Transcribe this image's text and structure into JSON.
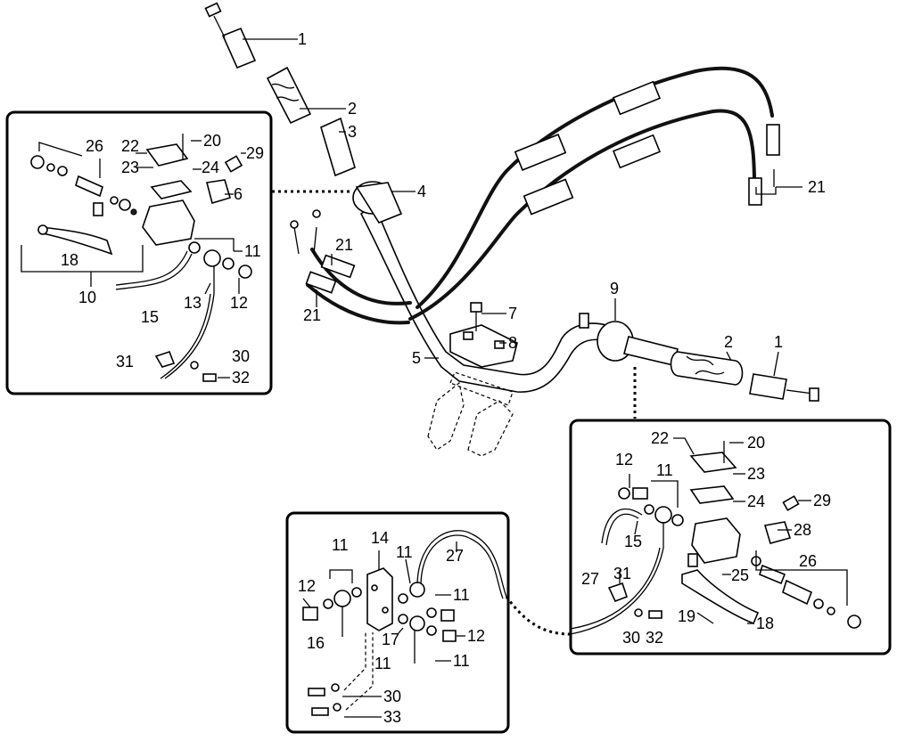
{
  "diagram": {
    "callouts": {
      "main": [
        "1",
        "2",
        "3",
        "4",
        "5",
        "7",
        "8",
        "9",
        "2",
        "1",
        "21",
        "21",
        "21"
      ],
      "left_box": [
        "26",
        "22",
        "20",
        "29",
        "23",
        "24",
        "6",
        "11",
        "18",
        "10",
        "15",
        "13",
        "12",
        "31",
        "30",
        "32"
      ],
      "right_box": [
        "22",
        "20",
        "12",
        "11",
        "23",
        "24",
        "29",
        "15",
        "28",
        "26",
        "27",
        "31",
        "25",
        "19",
        "18",
        "30",
        "32"
      ],
      "bottom_box": [
        "11",
        "14",
        "11",
        "12",
        "27",
        "16",
        "11",
        "17",
        "12",
        "11",
        "11",
        "30",
        "33"
      ]
    }
  }
}
